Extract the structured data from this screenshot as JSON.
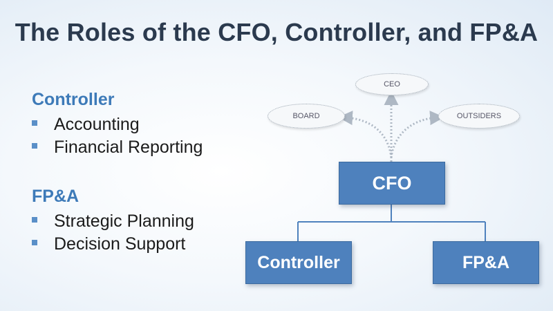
{
  "title": "The Roles of the CFO, Controller, and FP&A",
  "sections": [
    {
      "heading": "Controller",
      "items": [
        "Accounting",
        "Financial Reporting"
      ]
    },
    {
      "heading": "FP&A",
      "items": [
        "Strategic Planning",
        "Decision Support"
      ]
    }
  ],
  "org_chart": {
    "top_nodes": {
      "ceo": "CEO",
      "board": "BOARD",
      "outsiders": "OUTSIDERS"
    },
    "cfo": "CFO",
    "children": {
      "controller": "Controller",
      "fpa": "FP&A"
    }
  },
  "colors": {
    "box_fill": "#4e81bd",
    "heading": "#3d7ab8",
    "title": "#2b3a4e"
  }
}
